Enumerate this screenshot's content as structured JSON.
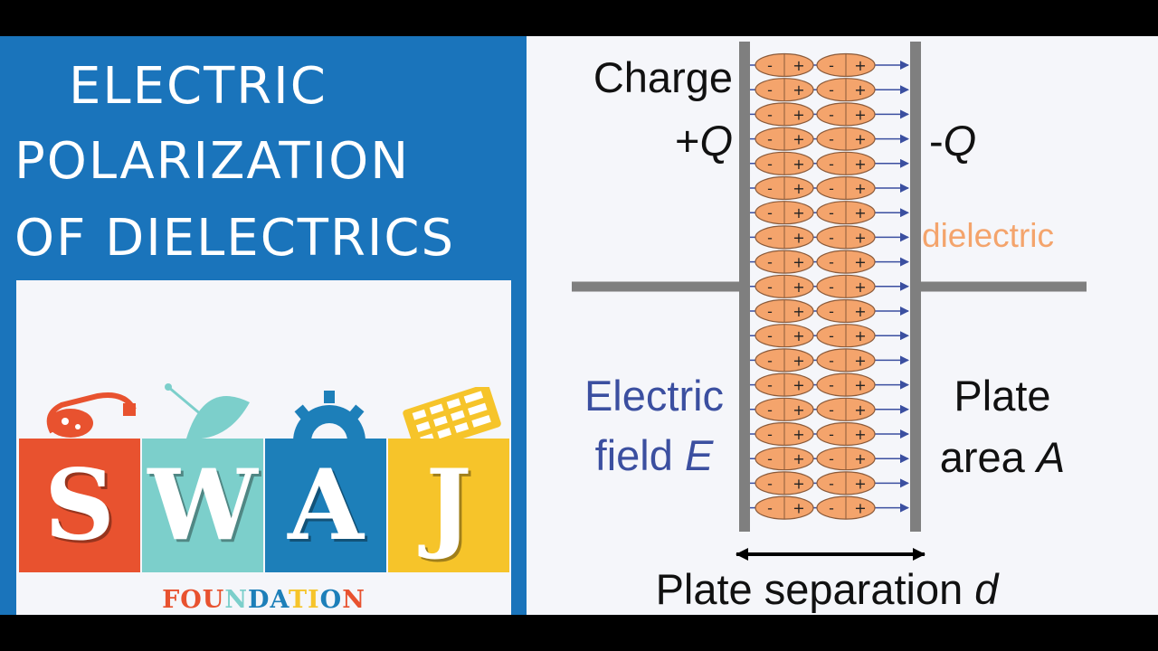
{
  "title": {
    "lines": [
      "ELECTRIC",
      "POLARIZATION",
      "OF DIELECTRICS"
    ]
  },
  "logo": {
    "letters": [
      "S",
      "W",
      "A",
      "J"
    ],
    "block_colors": [
      "#e8522f",
      "#7ccfcb",
      "#1d7fb9",
      "#f6c42a"
    ],
    "icons": [
      "flask-icon",
      "satellite-dish-icon",
      "gear-icon",
      "calculator-icon"
    ],
    "foundation_letters": [
      "F",
      "O",
      "U",
      "N",
      "D",
      "A",
      "T",
      "I",
      "O",
      "N"
    ],
    "foundation_colors": [
      "#e8522f",
      "#e8522f",
      "#e8522f",
      "#7ccfcb",
      "#1d7fb9",
      "#1d7fb9",
      "#f6c42a",
      "#f6c42a",
      "#1d7fb9",
      "#e8522f"
    ]
  },
  "diagram": {
    "charge_label": "Charge",
    "plus_q_sign": "+",
    "minus_q_sign": "-",
    "q_symbol": "Q",
    "dielectric_label": "dielectric",
    "field_label_line1": "Electric",
    "field_label_line2": "field",
    "field_symbol": "E",
    "plate_label_line1": "Plate",
    "plate_label_line2": "area",
    "area_symbol": "A",
    "separation_label": "Plate separation",
    "separation_symbol": "d",
    "dipole_minus": "-",
    "dipole_plus": "+",
    "dipole_rows": 19,
    "dipole_columns": 2,
    "colors": {
      "plate": "#7f7f7f",
      "dipole_fill": "#f4a46c",
      "dipole_stroke": "#8a5a3a",
      "field_line": "#3b4fa0",
      "dielectric_text": "#f4a46c",
      "text": "#111111"
    }
  }
}
